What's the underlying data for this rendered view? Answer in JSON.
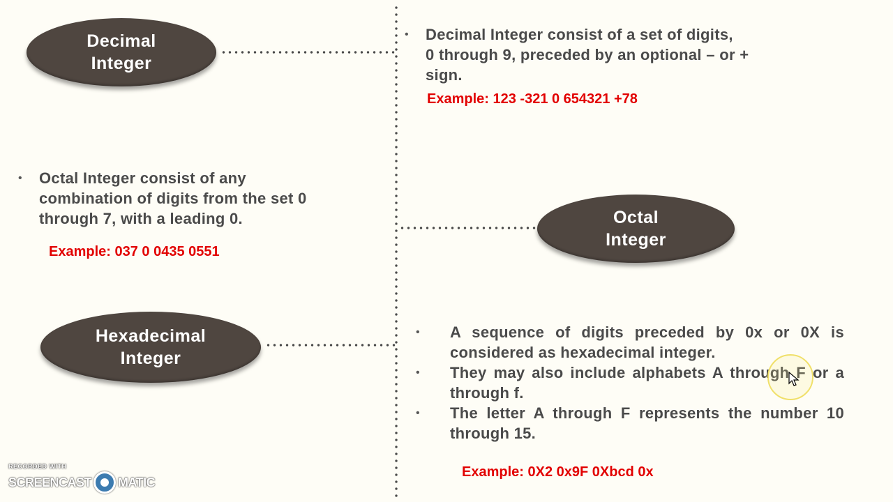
{
  "decimal": {
    "oval_line1": "Decimal",
    "oval_line2": "Integer",
    "desc_line1": "Decimal Integer consist of a set of digits,",
    "desc_line2": "0 through 9, preceded by an optional – or +",
    "desc_line3": "sign.",
    "example": "Example: 123 -321 0 654321 +78"
  },
  "octal": {
    "oval_line1": "Octal",
    "oval_line2": "Integer",
    "desc_line1": "Octal Integer consist of any",
    "desc_line2": "combination of digits from the set 0",
    "desc_line3": "through 7, with a leading 0.",
    "example": "Example: 037 0 0435 0551"
  },
  "hexadecimal": {
    "oval_line1": "Hexadecimal",
    "oval_line2": "Integer",
    "bullets": [
      "A sequence of digits preceded by 0x or 0X is considered as hexadecimal integer.",
      "They may also include alphabets A through F or a through f.",
      "The letter A through F represents the number 10 through 15."
    ],
    "example": "Example: 0X2 0x9F 0Xbcd 0x"
  },
  "bullet_glyph": "•",
  "watermark": {
    "small": "RECORDED WITH",
    "left": "SCREENCAST",
    "right": "MATIC"
  },
  "colors": {
    "background": "#fefdf6",
    "oval": "#4f4640",
    "text": "#4a4a4a",
    "example": "#e20000"
  }
}
